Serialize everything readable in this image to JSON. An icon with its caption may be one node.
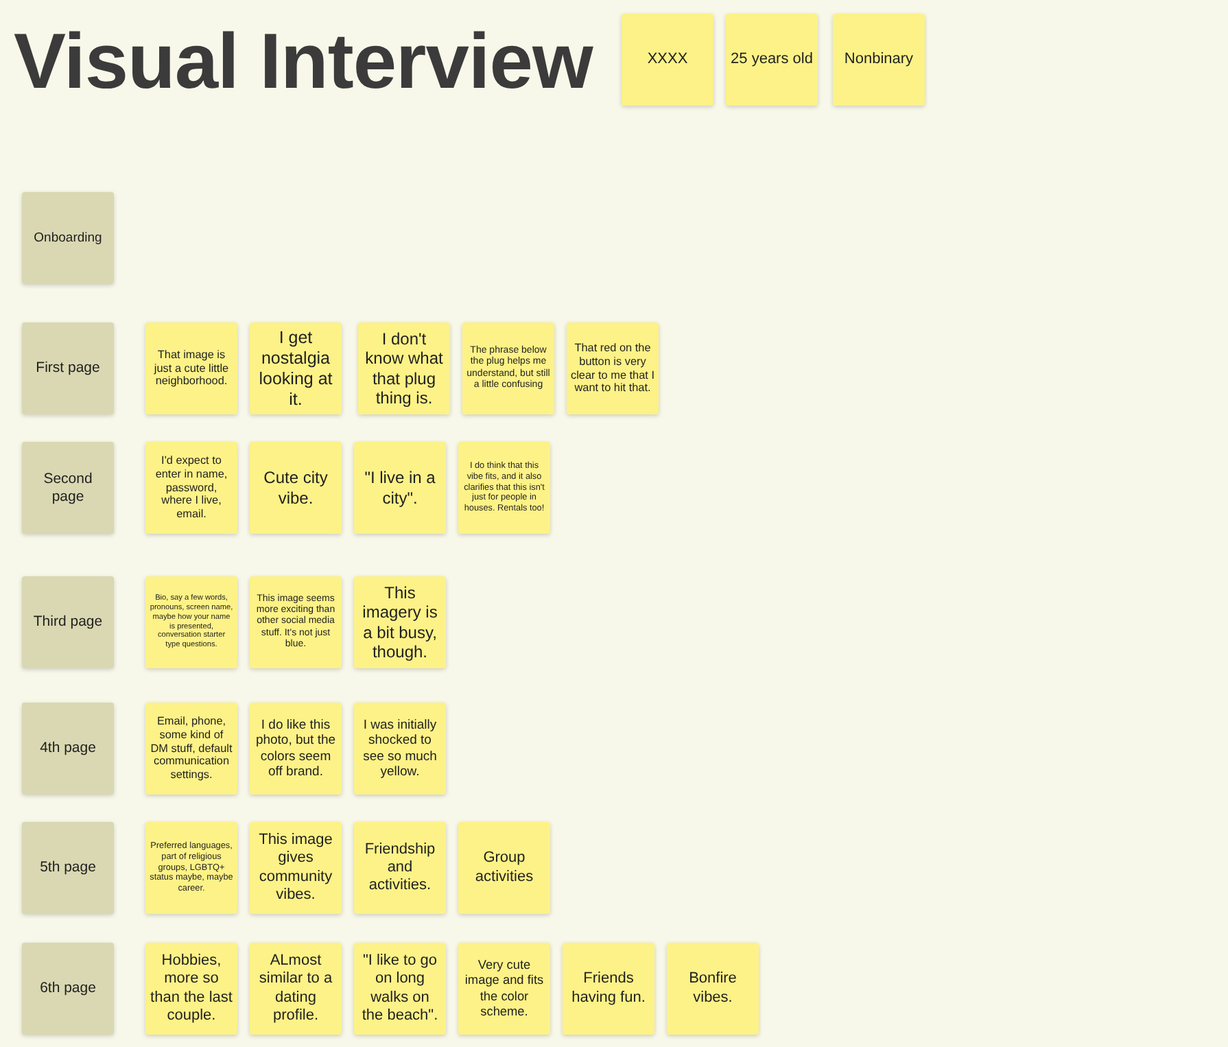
{
  "diagram": {
    "title": "Visual Interview",
    "nodes": [
      {
        "text": [
          "XXXX"
        ]
      },
      {
        "text": [
          "25 years old"
        ]
      },
      {
        "text": [
          "Nonbinary"
        ]
      },
      {
        "text": [
          "Onboarding"
        ]
      },
      {
        "text": [
          "First page"
        ]
      },
      {
        "text": [
          "That image is just a cute little neighborhood."
        ]
      },
      {
        "text": [
          "I get nostalgia looking at it."
        ]
      },
      {
        "text": [
          "I don't know what that plug thing is."
        ]
      },
      {
        "text": [
          "The phrase below the plug helps me understand, but still a little confusing"
        ]
      },
      {
        "text": [
          "That red on the button is very clear to me that I want to hit that."
        ]
      },
      {
        "text": [
          "Second page"
        ]
      },
      {
        "text": [
          "I'd expect to enter in name, password, where I live, email."
        ]
      },
      {
        "text": [
          "Cute city vibe."
        ]
      },
      {
        "text": [
          "\"I live in a city\"."
        ]
      },
      {
        "text": [
          "I do think that this vibe fits, and it also clarifies that this isn't just for people in houses. Rentals too!"
        ]
      },
      {
        "text": [
          "Third page"
        ]
      },
      {
        "text": [
          "Bio, say a few words, pronouns, screen name, maybe how your name is presented, conversation starter type questions."
        ]
      },
      {
        "text": [
          "This image seems more exciting than other social media stuff. It's not just blue."
        ]
      },
      {
        "text": [
          "This imagery is a bit busy, though."
        ]
      },
      {
        "text": [
          "4th page"
        ]
      },
      {
        "text": [
          "Email, phone, some kind of DM stuff, default communication settings."
        ]
      },
      {
        "text": [
          "I do like this photo, but the colors seem off brand."
        ]
      },
      {
        "text": [
          "I was initially shocked to see so much yellow."
        ]
      },
      {
        "text": [
          "5th page"
        ]
      },
      {
        "text": [
          "Preferred languages, part of religious groups, LGBTQ+ status maybe, maybe career."
        ]
      },
      {
        "text": [
          "This image gives community vibes."
        ]
      },
      {
        "text": [
          "Friendship and activities."
        ]
      },
      {
        "text": [
          "Group activities"
        ]
      },
      {
        "text": [
          "6th page"
        ]
      },
      {
        "text": [
          "Hobbies, more so than the last couple."
        ]
      },
      {
        "text": [
          "ALmost similar to a dating profile."
        ]
      },
      {
        "text": [
          "\"I like to go on long walks on the beach\"."
        ]
      },
      {
        "text": [
          "Very cute image and fits the color scheme."
        ]
      },
      {
        "text": [
          "Friends having fun."
        ]
      },
      {
        "text": [
          "Bonfire vibes."
        ]
      }
    ]
  }
}
